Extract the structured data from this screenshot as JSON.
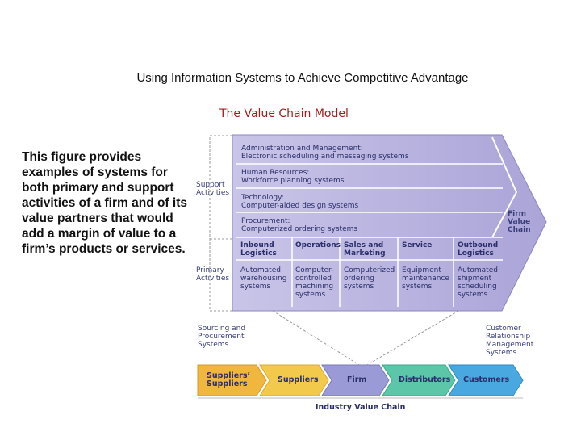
{
  "slide": {
    "title": "Using Information Systems to Achieve Competitive Advantage",
    "figure_title": "The Value Chain Model",
    "description": "This figure provides examples of systems for both primary and support activities of a firm and of its value partners that would add a margin of value to a firm’s products or services."
  },
  "diagram": {
    "support_label": [
      "Support",
      "Activities"
    ],
    "primary_label": [
      "Primary",
      "Activities"
    ],
    "firm_label": [
      "Firm",
      "Value",
      "Chain"
    ],
    "support_rows": [
      {
        "head": "Administration and Management:",
        "detail": "Electronic scheduling and messaging systems"
      },
      {
        "head": "Human Resources:",
        "detail": "Workforce planning systems"
      },
      {
        "head": "Technology:",
        "detail": "Computer-aided design systems"
      },
      {
        "head": "Procurement:",
        "detail": "Computerized ordering systems"
      }
    ],
    "primary_columns": [
      {
        "head": [
          "Inbound",
          "Logistics"
        ],
        "detail": [
          "Automated",
          "warehousing",
          "systems"
        ]
      },
      {
        "head": [
          "Operations"
        ],
        "detail": [
          "Computer-",
          "controlled",
          "machining",
          "systems"
        ]
      },
      {
        "head": [
          "Sales and",
          "Marketing"
        ],
        "detail": [
          "Computerized",
          "ordering",
          "systems"
        ]
      },
      {
        "head": [
          "Service"
        ],
        "detail": [
          "Equipment",
          "maintenance",
          "systems"
        ]
      },
      {
        "head": [
          "Outbound",
          "Logistics"
        ],
        "detail": [
          "Automated",
          "shipment",
          "scheduling",
          "systems"
        ]
      }
    ],
    "sourcing_label": [
      "Sourcing and",
      "Procurement",
      "Systems"
    ],
    "crm_label": [
      "Customer",
      "Relationship",
      "Management",
      "Systems"
    ],
    "industry_chain": [
      "Suppliers’ Suppliers",
      "Suppliers",
      "Firm",
      "Distributors",
      "Customers"
    ],
    "industry_label": "Industry Value Chain",
    "colors": {
      "chain_fill": "#bdb8e0",
      "chain_border": "#8a86c2",
      "text": "#2a2f6b",
      "chev_suppliers_suppliers": "#f0b63e",
      "chev_suppliers": "#f2c94a",
      "chev_firm": "#9a9ad6",
      "chev_distributors": "#5cc7a8",
      "chev_customers": "#4aa8e0"
    }
  }
}
